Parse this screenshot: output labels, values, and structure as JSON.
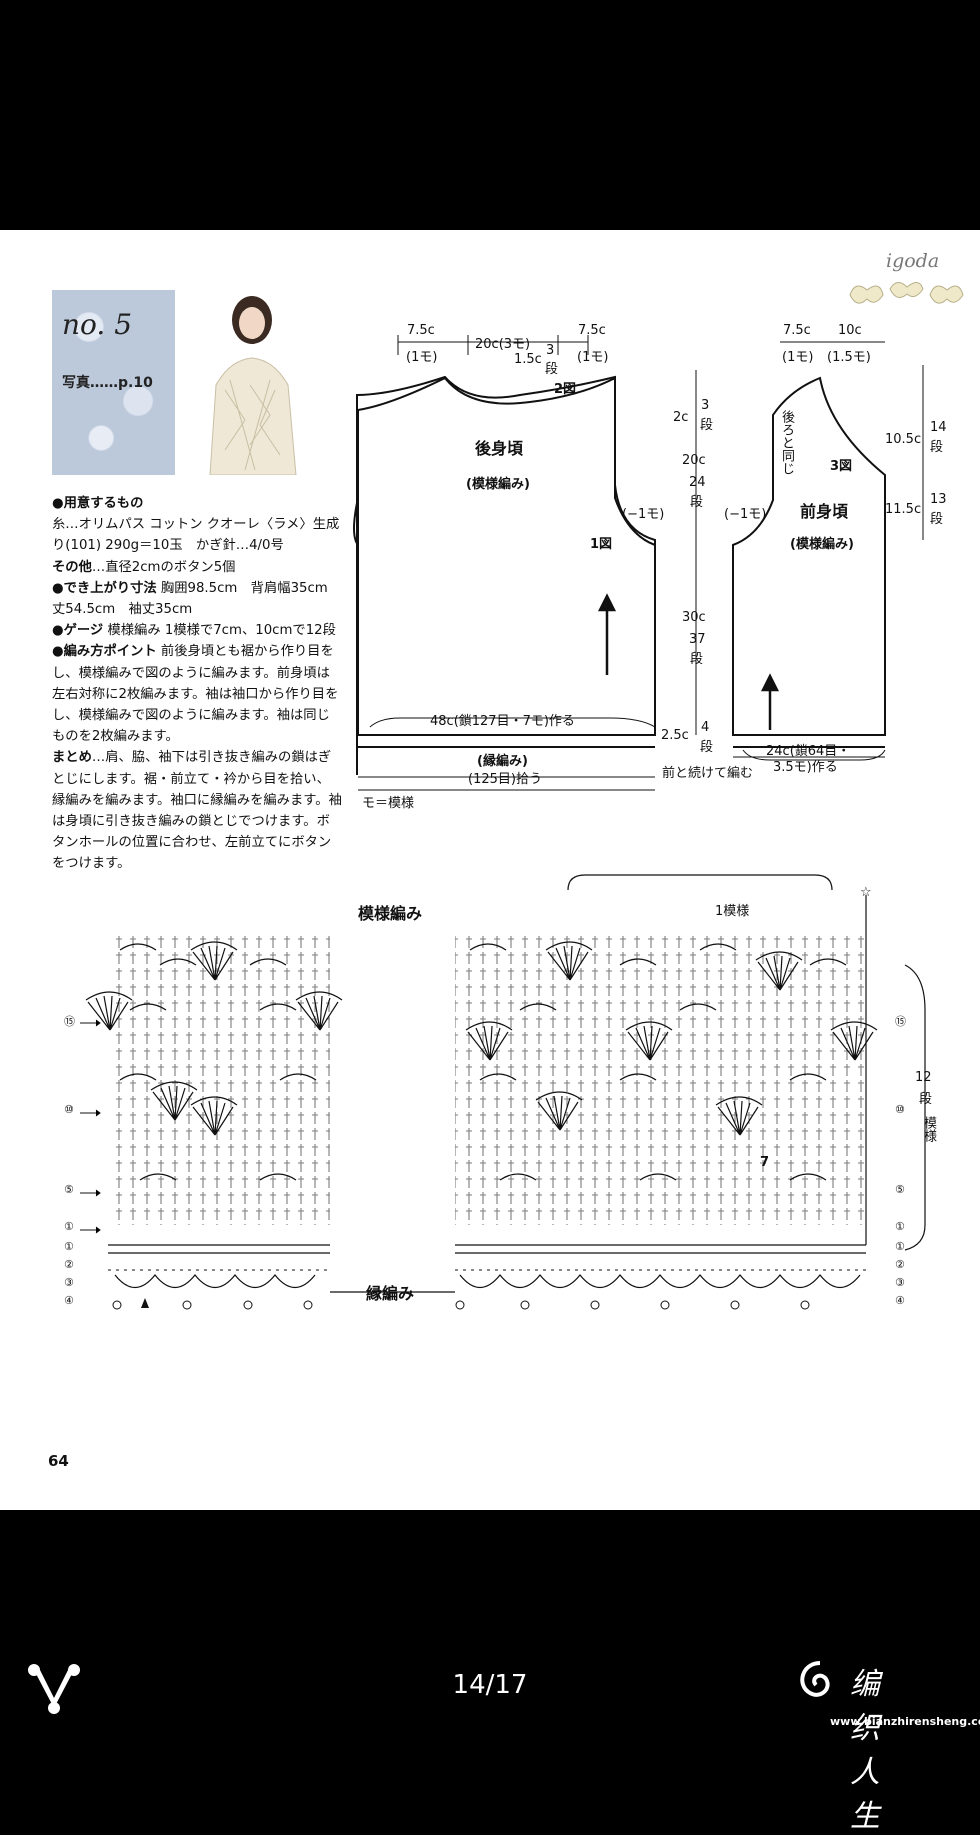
{
  "header": {
    "brand": "igoda"
  },
  "card": {
    "number": "no. 5",
    "photo_ref": "写真……p.10"
  },
  "spec": {
    "items": [
      {
        "label": "●用意するもの",
        "text": ""
      },
      {
        "label": "",
        "text": "糸…オリムパス コットン クオーレ〈ラメ〉生成り(101) 290g＝10玉　かぎ針…4/0号"
      },
      {
        "label": "その他",
        "text": "…直径2cmのボタン5個"
      },
      {
        "label": "●でき上がり寸法",
        "text": " 胸囲98.5cm　背肩幅35cm　丈54.5cm　袖丈35cm"
      },
      {
        "label": "●ゲージ",
        "text": " 模様編み 1模様で7cm、10cmで12段"
      },
      {
        "label": "●編み方ポイント",
        "text": " 前後身頃とも裾から作り目をし、模様編みで図のように編みます。前身頃は左右対称に2枚編みます。袖は袖口から作り目をし、模様編みで図のように編みます。袖は同じものを2枚編みます。"
      },
      {
        "label": "まとめ",
        "text": "…肩、脇、袖下は引き抜き編みの鎖はぎとじにします。裾・前立て・衿から目を拾い、縁編みを編みます。袖口に縁編みを編みます。袖は身頃に引き抜き編みの鎖とじでつけます。ボタンホールの位置に合わせ、左前立てにボタンをつけます。"
      }
    ]
  },
  "back": {
    "title": "後身頃",
    "pattern": "(模様編み)",
    "fig1": "1図",
    "fig2": "2図",
    "top_left": "7.5c",
    "top_left_sub": "(1モ)",
    "top_mid": "20c(3モ)",
    "top_right": "7.5c",
    "top_right_sub": "(1モ)",
    "neck": "1.5c",
    "neck_rows_a": "3",
    "neck_rows_b": "段",
    "minus": "(−1モ)",
    "bottom": "48c(鎖127目・7モ)作る",
    "border": "(縁編み)",
    "pickup": "(125目)拾う",
    "legend": "モ＝模様",
    "h1": "2c",
    "h1r": "3",
    "h1s": "段",
    "h2": "20c",
    "h2r": "24",
    "h2s": "段",
    "h3": "30c",
    "h3r": "37",
    "h3s": "段",
    "h4": "2.5c",
    "h4r": "4",
    "h4s": "段",
    "continue": "前と続けて編む"
  },
  "front": {
    "title": "前身頃",
    "pattern": "(模様編み)",
    "fig3": "3図",
    "top_left": "7.5c",
    "top_left_sub": "(1モ)",
    "top_right": "10c",
    "top_right_sub": "(1.5モ)",
    "same_as_back": "後ろと同じ",
    "minus": "(−1モ)",
    "bottom": "24c(鎖64目・",
    "bottom2": "3.5モ)作る",
    "r1": "10.5c",
    "r1r": "14",
    "r1s": "段",
    "r2": "11.5c",
    "r2r": "13",
    "r2s": "段"
  },
  "chart": {
    "title": "模様編み",
    "repeat": "1模様",
    "rows": "12",
    "rows_unit": "段",
    "rows_label": "模様",
    "edge_title": "縁編み",
    "row15": "⑮",
    "row10": "⑩",
    "row5": "⑤",
    "row1": "①",
    "edge_rows": [
      "①",
      "②",
      "③",
      "④"
    ],
    "num7": "7",
    "star": "☆"
  },
  "page_number": "64",
  "viewer": {
    "pager": "14/17",
    "site_name": "编织人生",
    "site_url": "www.bianzhirensheng.com"
  }
}
